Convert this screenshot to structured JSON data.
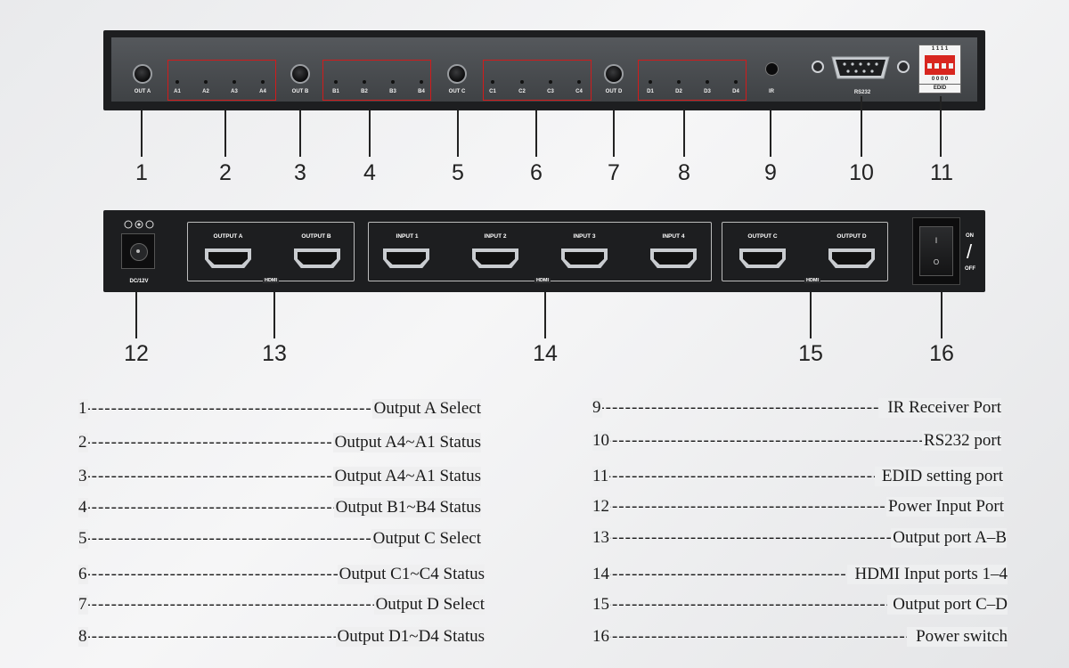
{
  "front_panel": {
    "buttons": [
      "OUT A",
      "OUT B",
      "OUT C",
      "OUT D"
    ],
    "leds": {
      "a": [
        "A1",
        "A2",
        "A3",
        "A4"
      ],
      "b": [
        "B1",
        "B2",
        "B3",
        "B4"
      ],
      "c": [
        "C1",
        "C2",
        "C3",
        "C4"
      ],
      "d": [
        "D1",
        "D2",
        "D3",
        "D4"
      ]
    },
    "ir_label": "IR",
    "rs232_label": "RS232",
    "edid_label": "EDID",
    "edid_top": "1 1 1 1",
    "edid_bottom": "0 0 0 0"
  },
  "rear_panel": {
    "power_label": "DC/12V",
    "outputs_ab": [
      "OUTPUT A",
      "OUTPUT B"
    ],
    "inputs": [
      "INPUT 1",
      "INPUT 2",
      "INPUT 3",
      "INPUT 4"
    ],
    "outputs_cd": [
      "OUTPUT C",
      "OUTPUT D"
    ],
    "hdmi_label": "HDMI",
    "switch_on": "ON",
    "switch_slash": "/",
    "switch_off": "OFF",
    "switch_i": "I",
    "switch_o": "O"
  },
  "callouts": [
    "1",
    "2",
    "3",
    "4",
    "5",
    "6",
    "7",
    "8",
    "9",
    "10",
    "11",
    "12",
    "13",
    "14",
    "15",
    "16"
  ],
  "legend_left": [
    {
      "num": "1",
      "text": "Output A Select"
    },
    {
      "num": "2",
      "text": "Output A4~A1 Status"
    },
    {
      "num": "3",
      "text": "Output A4~A1 Status"
    },
    {
      "num": "4",
      "text": "Output B1~B4 Status"
    },
    {
      "num": "5",
      "text": "Output C Select"
    },
    {
      "num": "6",
      "text": "Output C1~C4 Status"
    },
    {
      "num": "7",
      "text": "Output D Select"
    },
    {
      "num": "8",
      "text": "Output D1~D4 Status"
    }
  ],
  "legend_right": [
    {
      "num": "9",
      "text": "IR Receiver Port"
    },
    {
      "num": "10",
      "text": "RS232 port"
    },
    {
      "num": "11",
      "text": "EDID setting port"
    },
    {
      "num": "12",
      "text": "Power Input Port"
    },
    {
      "num": "13",
      "text": "Output port A–B"
    },
    {
      "num": "14",
      "text": "HDMI Input ports 1–4"
    },
    {
      "num": "15",
      "text": "Output port C–D"
    },
    {
      "num": "16",
      "text": "Power switch"
    }
  ]
}
